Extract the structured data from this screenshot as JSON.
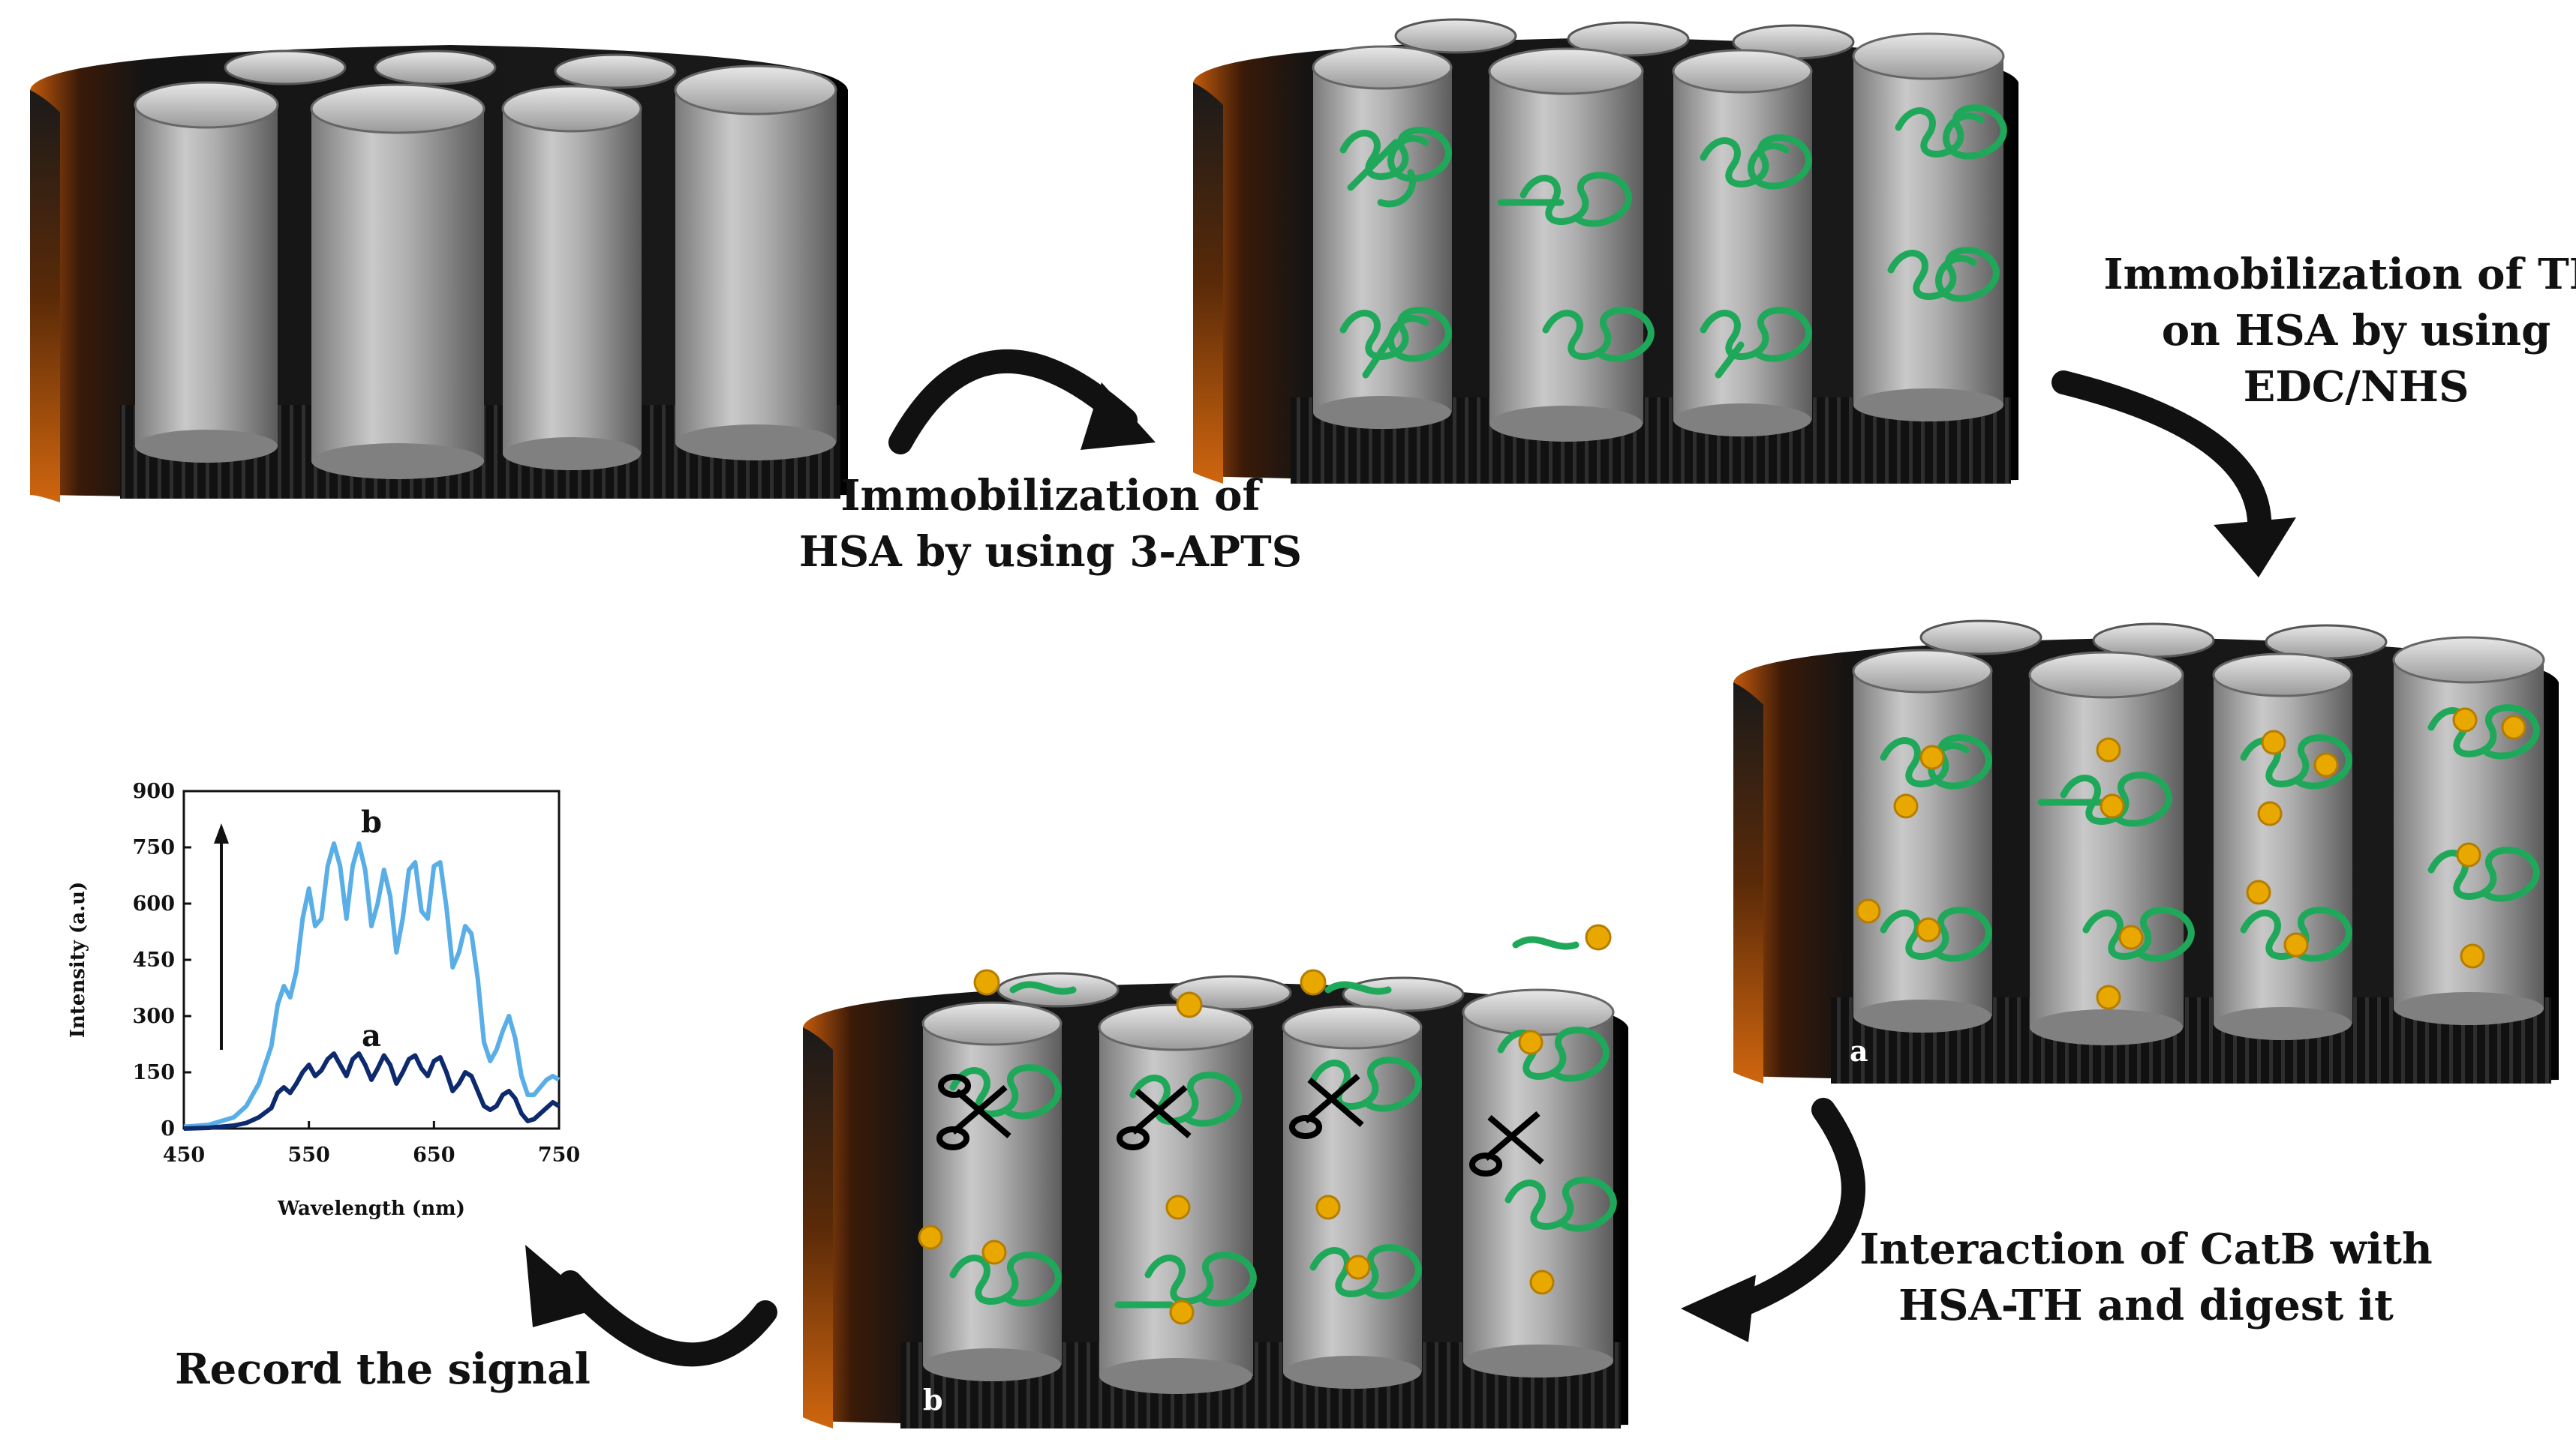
{
  "steps": {
    "step1": [
      "Immobilization  of",
      "HSA by using 3-APTS"
    ],
    "step2": [
      "Immobilization  of TH",
      "on HSA by using",
      "EDC/NHS"
    ],
    "step3": [
      "Interaction of CatB with",
      "HSA-TH and digest it"
    ],
    "step4": [
      "Record the signal"
    ]
  },
  "electrode_labels": {
    "a": "a",
    "b": "b"
  },
  "colors": {
    "strand": "#1fa85a",
    "strand_light": "#3fe08a",
    "marker": "#e8a800",
    "series_a": "#0d2a6e",
    "series_b": "#5aaee8",
    "arrow": "#111111",
    "body_dark": "#161616",
    "body_accent": "#c35a0c",
    "well": "#a9a9a9"
  },
  "chart_data": {
    "type": "line",
    "xlabel": "Wavelength (nm)",
    "ylabel": "Intensity (a.u)",
    "xlim": [
      450,
      750
    ],
    "ylim": [
      0,
      900
    ],
    "xticks": [
      450,
      550,
      650,
      750
    ],
    "yticks": [
      0,
      150,
      300,
      450,
      600,
      750,
      900
    ],
    "grid": false,
    "annotation_arrow": "upward arrow indicating increase from a to b",
    "series": [
      {
        "name": "b",
        "x": [
          450,
          470,
          490,
          500,
          510,
          520,
          525,
          530,
          535,
          540,
          545,
          550,
          555,
          560,
          565,
          570,
          575,
          580,
          585,
          590,
          595,
          600,
          605,
          610,
          615,
          620,
          625,
          630,
          635,
          640,
          645,
          650,
          655,
          660,
          665,
          670,
          675,
          680,
          685,
          690,
          695,
          700,
          705,
          710,
          715,
          720,
          725,
          730,
          735,
          740,
          745,
          750
        ],
        "values": [
          5,
          10,
          30,
          60,
          120,
          220,
          330,
          380,
          350,
          420,
          560,
          640,
          540,
          560,
          700,
          760,
          700,
          560,
          700,
          760,
          690,
          540,
          600,
          690,
          620,
          470,
          560,
          690,
          710,
          580,
          560,
          700,
          710,
          590,
          430,
          470,
          540,
          520,
          400,
          230,
          180,
          210,
          260,
          300,
          240,
          140,
          90,
          90,
          110,
          130,
          140,
          130
        ]
      },
      {
        "name": "a",
        "x": [
          450,
          470,
          490,
          500,
          510,
          520,
          525,
          530,
          535,
          540,
          545,
          550,
          555,
          560,
          565,
          570,
          575,
          580,
          585,
          590,
          595,
          600,
          605,
          610,
          615,
          620,
          625,
          630,
          635,
          640,
          645,
          650,
          655,
          660,
          665,
          670,
          675,
          680,
          685,
          690,
          695,
          700,
          705,
          710,
          715,
          720,
          725,
          730,
          735,
          740,
          745,
          750
        ],
        "values": [
          0,
          2,
          8,
          15,
          30,
          55,
          95,
          110,
          95,
          120,
          150,
          170,
          140,
          155,
          185,
          200,
          170,
          140,
          185,
          200,
          170,
          130,
          160,
          195,
          170,
          120,
          150,
          185,
          195,
          160,
          140,
          180,
          190,
          150,
          100,
          120,
          150,
          140,
          100,
          60,
          50,
          60,
          90,
          100,
          80,
          40,
          20,
          25,
          40,
          55,
          70,
          60
        ]
      }
    ],
    "series_labels": {
      "a": "a",
      "b": "b"
    }
  }
}
